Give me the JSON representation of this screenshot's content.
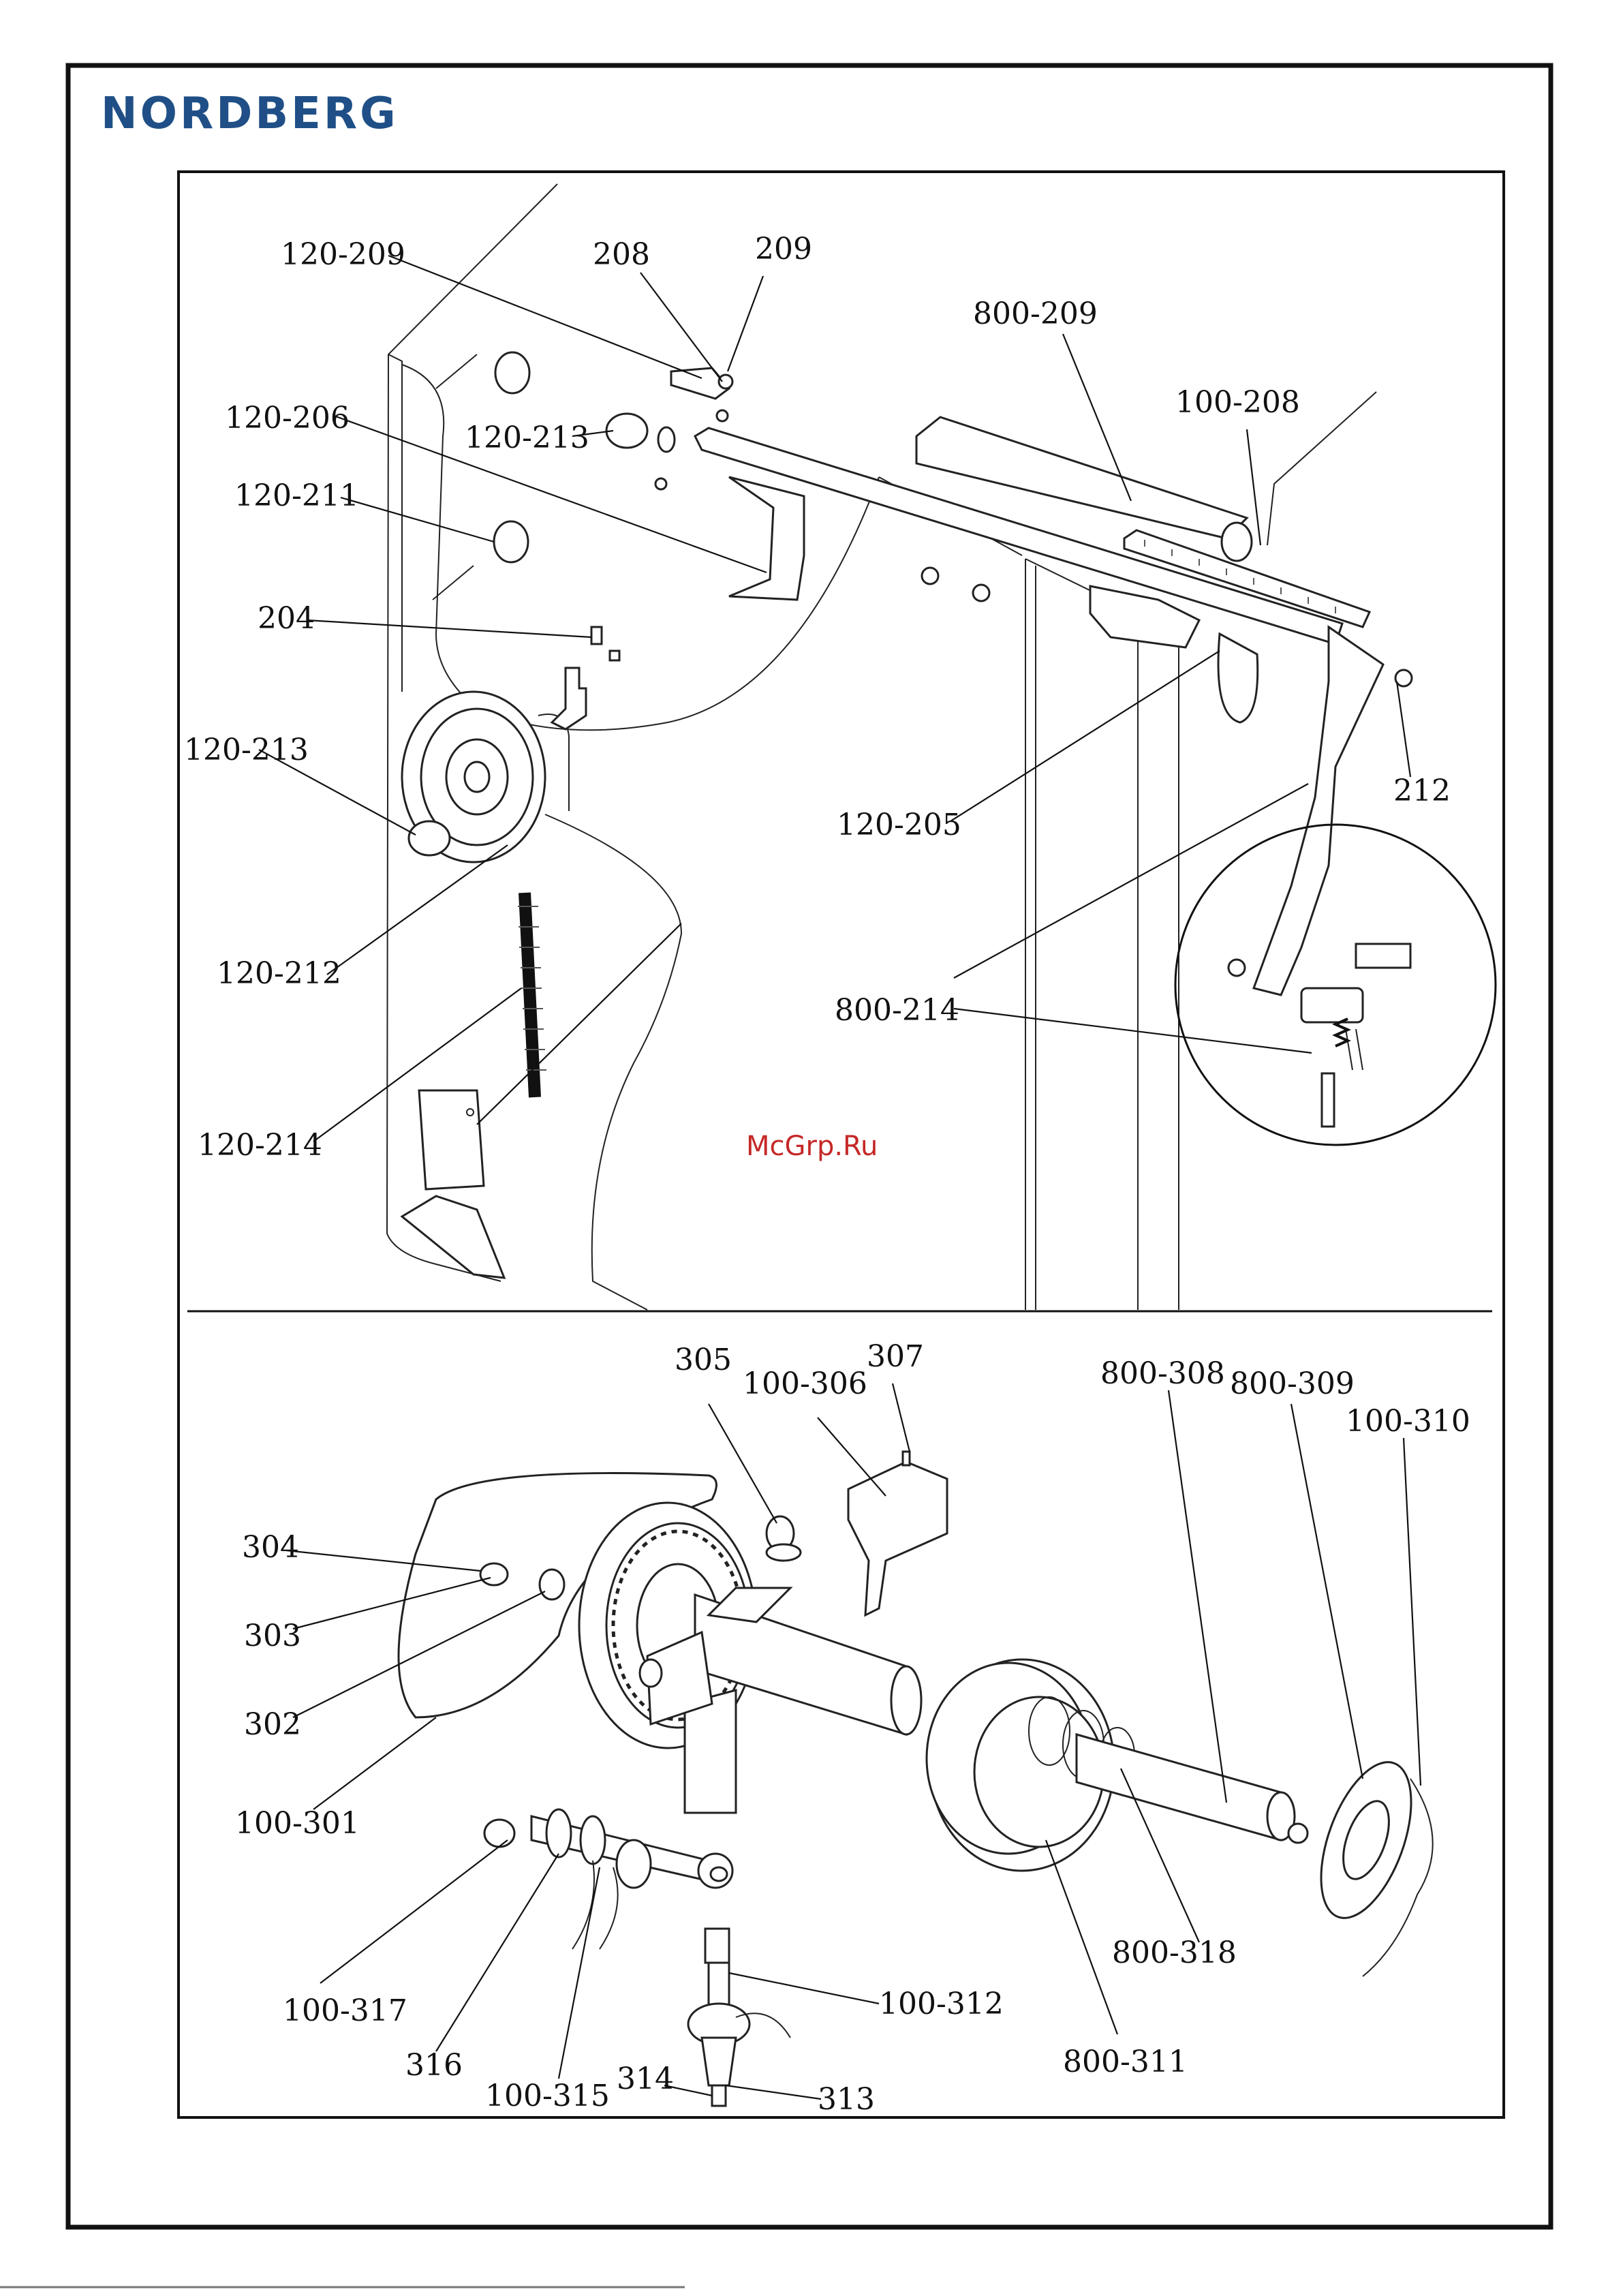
{
  "brand": {
    "logo_text": "NORDBERG",
    "color": "#1f4f86"
  },
  "watermark": {
    "text": "McGrp.Ru",
    "color": "#c62828"
  },
  "upper_labels": [
    {
      "key": "120-209",
      "text": "120-209"
    },
    {
      "key": "208",
      "text": "208"
    },
    {
      "key": "209",
      "text": "209"
    },
    {
      "key": "800-209",
      "text": "800-209"
    },
    {
      "key": "100-208",
      "text": "100-208"
    },
    {
      "key": "120-206",
      "text": "120-206"
    },
    {
      "key": "120-213a",
      "text": "120-213"
    },
    {
      "key": "120-211",
      "text": "120-211"
    },
    {
      "key": "204",
      "text": "204"
    },
    {
      "key": "120-213b",
      "text": "120-213"
    },
    {
      "key": "120-205",
      "text": "120-205"
    },
    {
      "key": "212",
      "text": "212"
    },
    {
      "key": "120-212",
      "text": "120-212"
    },
    {
      "key": "800-214",
      "text": "800-214"
    },
    {
      "key": "120-214",
      "text": "120-214"
    }
  ],
  "lower_labels": [
    {
      "key": "305",
      "text": "305"
    },
    {
      "key": "100-306",
      "text": "100-306"
    },
    {
      "key": "307",
      "text": "307"
    },
    {
      "key": "800-308",
      "text": "800-308"
    },
    {
      "key": "800-309",
      "text": "800-309"
    },
    {
      "key": "100-310",
      "text": "100-310"
    },
    {
      "key": "304",
      "text": "304"
    },
    {
      "key": "303",
      "text": "303"
    },
    {
      "key": "302",
      "text": "302"
    },
    {
      "key": "100-301",
      "text": "100-301"
    },
    {
      "key": "100-312",
      "text": "100-312"
    },
    {
      "key": "800-318",
      "text": "800-318"
    },
    {
      "key": "100-317",
      "text": "100-317"
    },
    {
      "key": "316",
      "text": "316"
    },
    {
      "key": "800-311",
      "text": "800-311"
    },
    {
      "key": "314",
      "text": "314"
    },
    {
      "key": "313",
      "text": "313"
    },
    {
      "key": "100-315",
      "text": "100-315"
    }
  ]
}
